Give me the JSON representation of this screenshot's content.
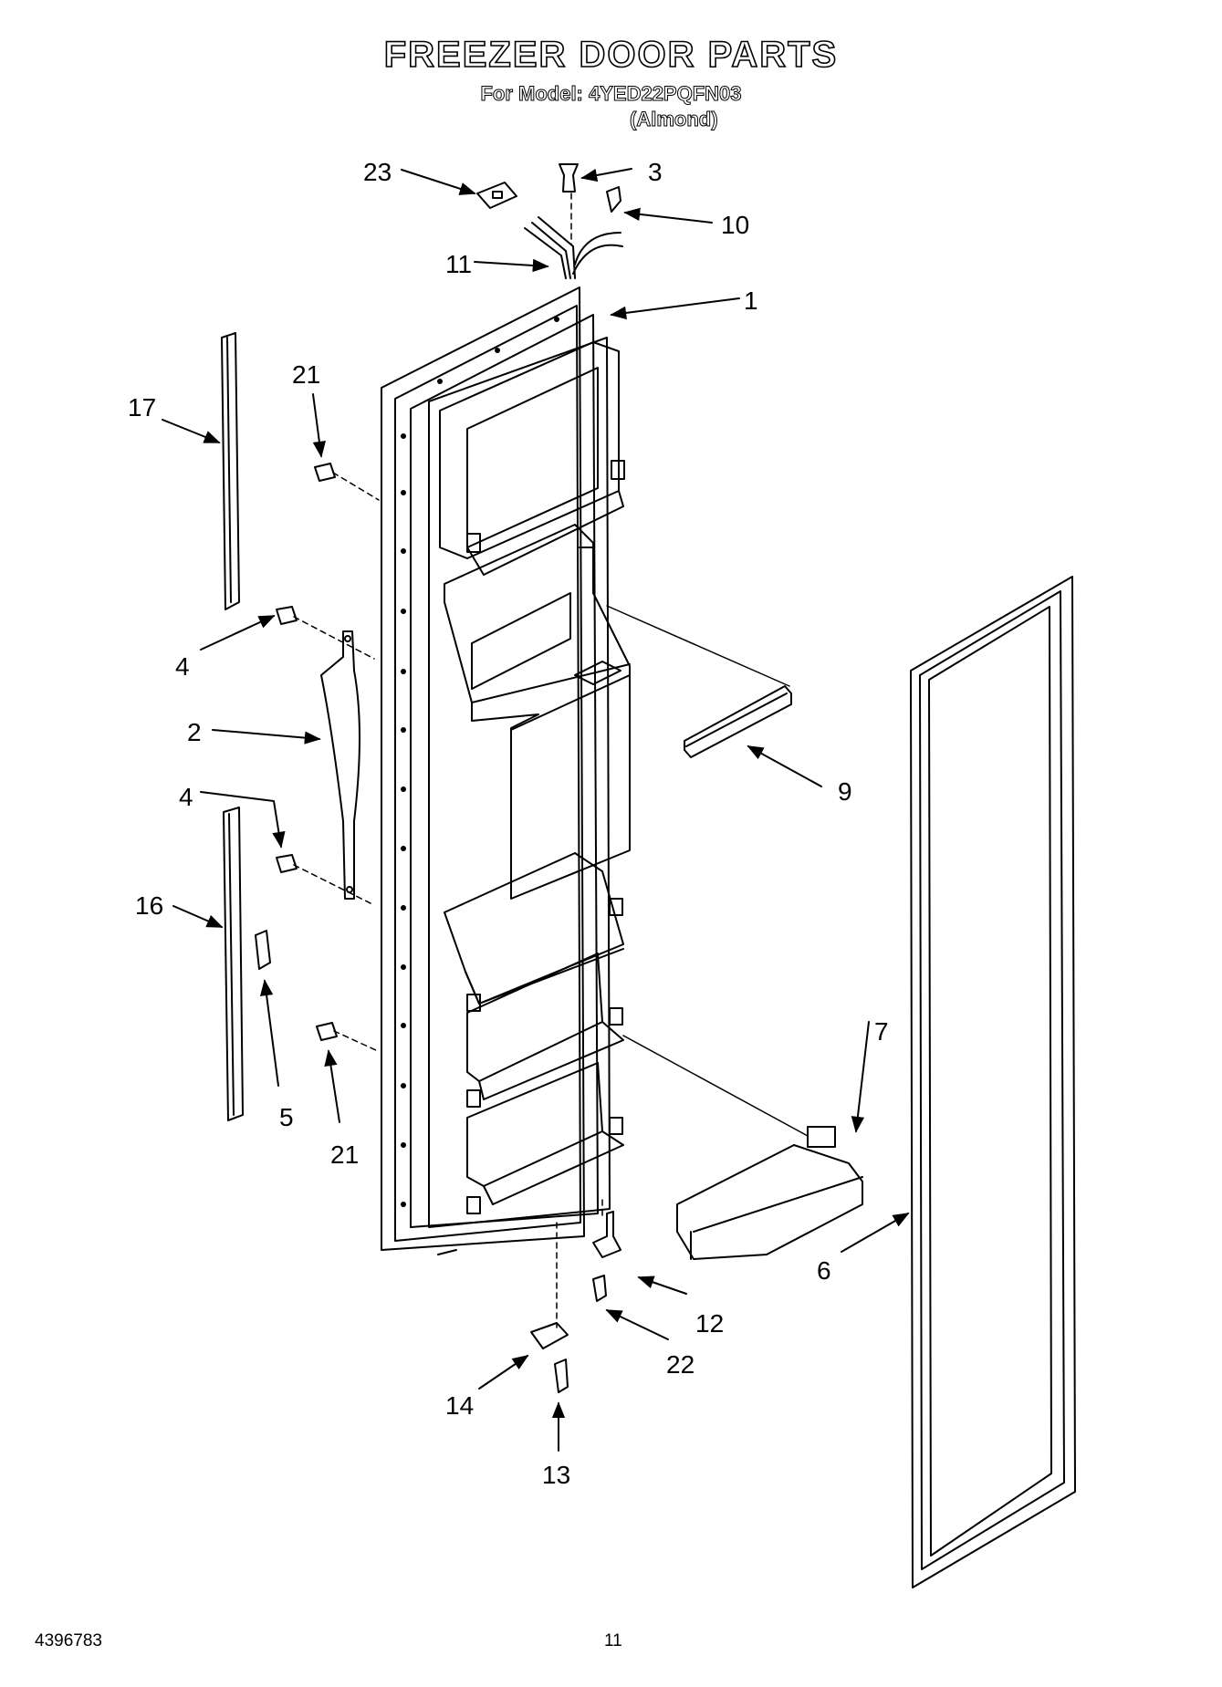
{
  "header": {
    "title": "FREEZER DOOR PARTS",
    "model_line": "For Model: 4YED22PQFN03",
    "color_note": "(Almond)"
  },
  "callouts": {
    "c1": "1",
    "c2": "2",
    "c3": "3",
    "c4a": "4",
    "c4b": "4",
    "c5": "5",
    "c6": "6",
    "c7": "7",
    "c9": "9",
    "c10": "10",
    "c11": "11",
    "c12": "12",
    "c13": "13",
    "c14": "14",
    "c16": "16",
    "c17": "17",
    "c21a": "21",
    "c21b": "21",
    "c22": "22",
    "c23": "23"
  },
  "footer": {
    "doc_number": "4396783",
    "page_number": "11"
  }
}
